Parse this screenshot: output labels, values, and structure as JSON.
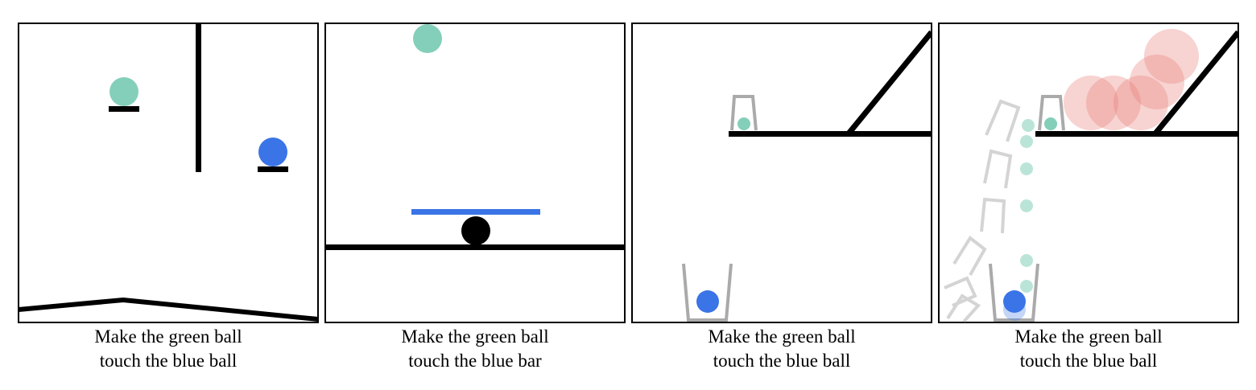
{
  "colors": {
    "green_ball": "#84cfba",
    "blue": "#3a74e6",
    "black": "#000000",
    "gray": "#aaaaaa",
    "red_ball": "#e8827a"
  },
  "panels": [
    {
      "caption_line1": "Make the green ball",
      "caption_line2": "touch the blue ball"
    },
    {
      "caption_line1": "Make the green ball",
      "caption_line2": "touch the blue bar"
    },
    {
      "caption_line1": "Make the green ball",
      "caption_line2": "touch the blue ball"
    },
    {
      "caption_line1": "Make the green ball",
      "caption_line2": "touch the blue ball"
    }
  ]
}
